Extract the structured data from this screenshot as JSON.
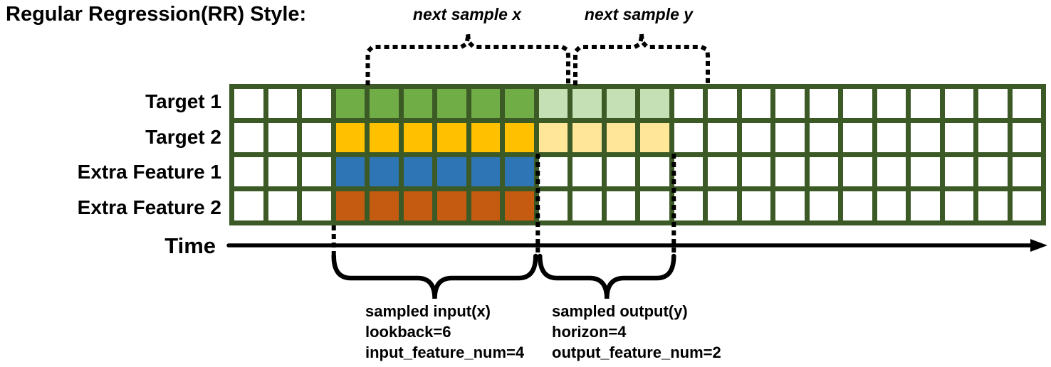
{
  "title": "Regular Regression(RR) Style:",
  "annotations": {
    "next_sample_x": "next sample x",
    "next_sample_y": "next sample y",
    "time_label": "Time"
  },
  "input_summary": {
    "lines": [
      "sampled input(x)",
      "lookback=6",
      "input_feature_num=4"
    ]
  },
  "output_summary": {
    "lines": [
      "sampled output(y)",
      "horizon=4",
      "output_feature_num=2"
    ]
  },
  "diagram": {
    "columns": 24,
    "input_start": 3,
    "lookback": 6,
    "output_start": 9,
    "horizon": 4,
    "rows": [
      {
        "label": "Target 1",
        "color": "#70AD47",
        "light_color": "#C5E0B4"
      },
      {
        "label": "Target 2",
        "color": "#FFC000",
        "light_color": "#FFE699"
      },
      {
        "label": "Extra Feature 1",
        "color": "#2E75B6"
      },
      {
        "label": "Extra Feature 2",
        "color": "#C55A11"
      }
    ],
    "grid_border_color": "#3C5A26",
    "cell_bg": "#FFFFFF",
    "ink_color": "#000000"
  }
}
